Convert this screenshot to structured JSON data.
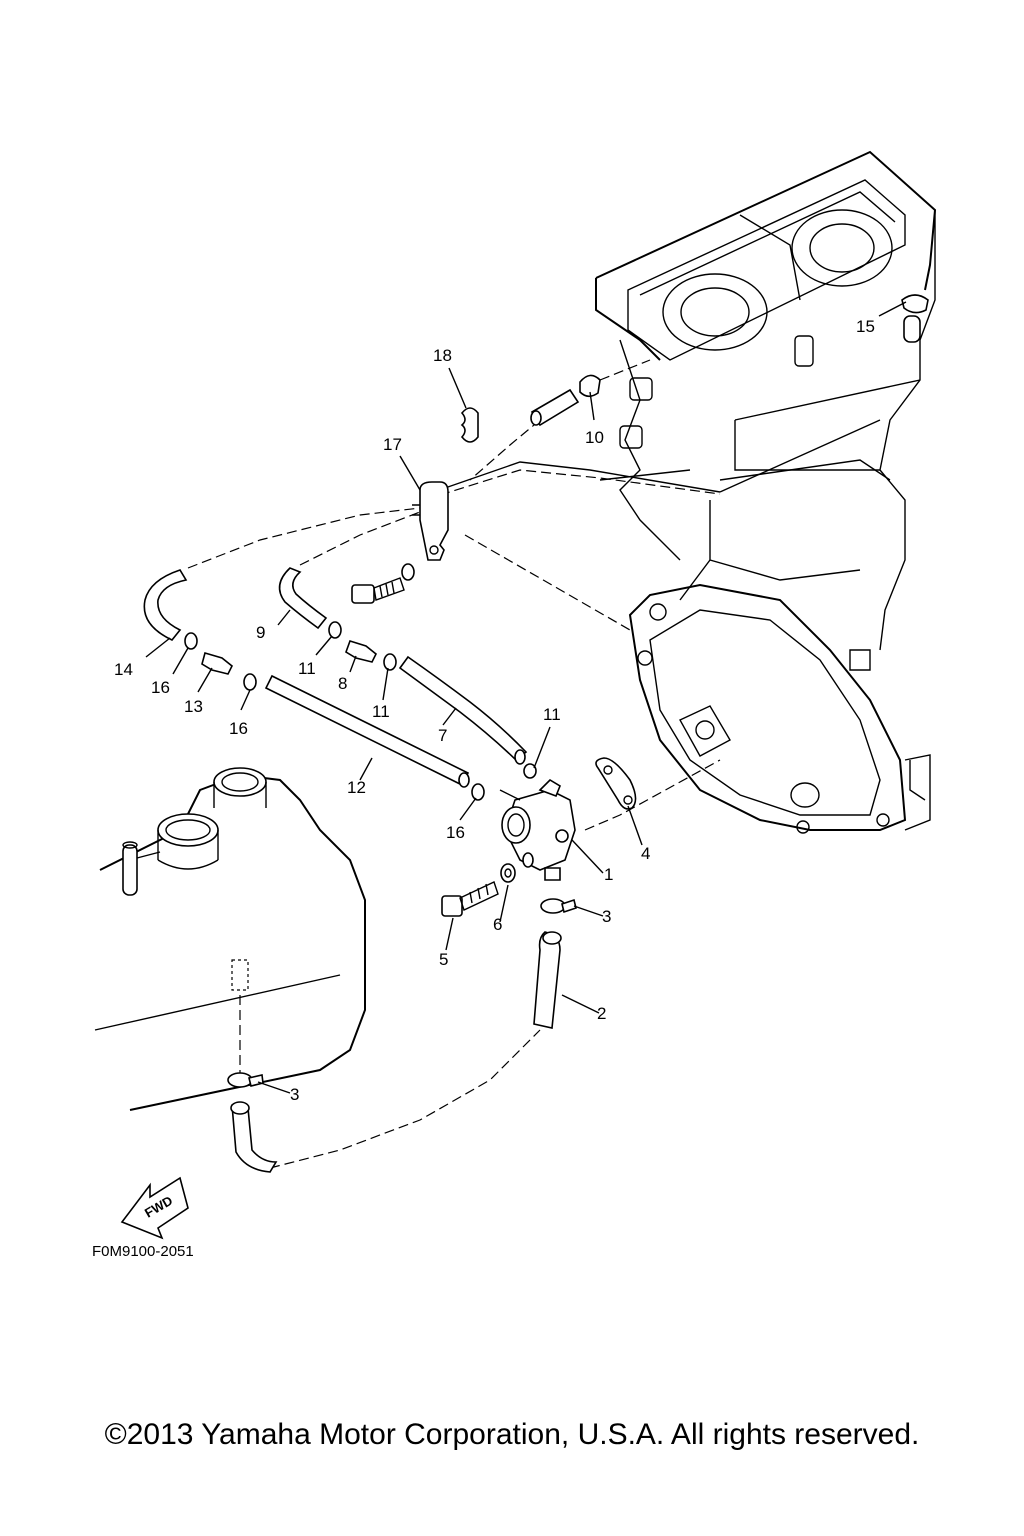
{
  "figure_code": "F0M9100-2051",
  "copyright": "©2013 Yamaha Motor Corporation, U.S.A. All rights reserved.",
  "fwd_label": "FWD",
  "callouts": {
    "c1": "1",
    "c2": "2",
    "c3a": "3",
    "c3b": "3",
    "c4": "4",
    "c5": "5",
    "c6": "6",
    "c7": "7",
    "c8": "8",
    "c9": "9",
    "c10": "10",
    "c11a": "11",
    "c11b": "11",
    "c11c": "11",
    "c12": "12",
    "c13": "13",
    "c14": "14",
    "c15": "15",
    "c16a": "16",
    "c16b": "16",
    "c16c": "16",
    "c17": "17",
    "c18": "18"
  }
}
